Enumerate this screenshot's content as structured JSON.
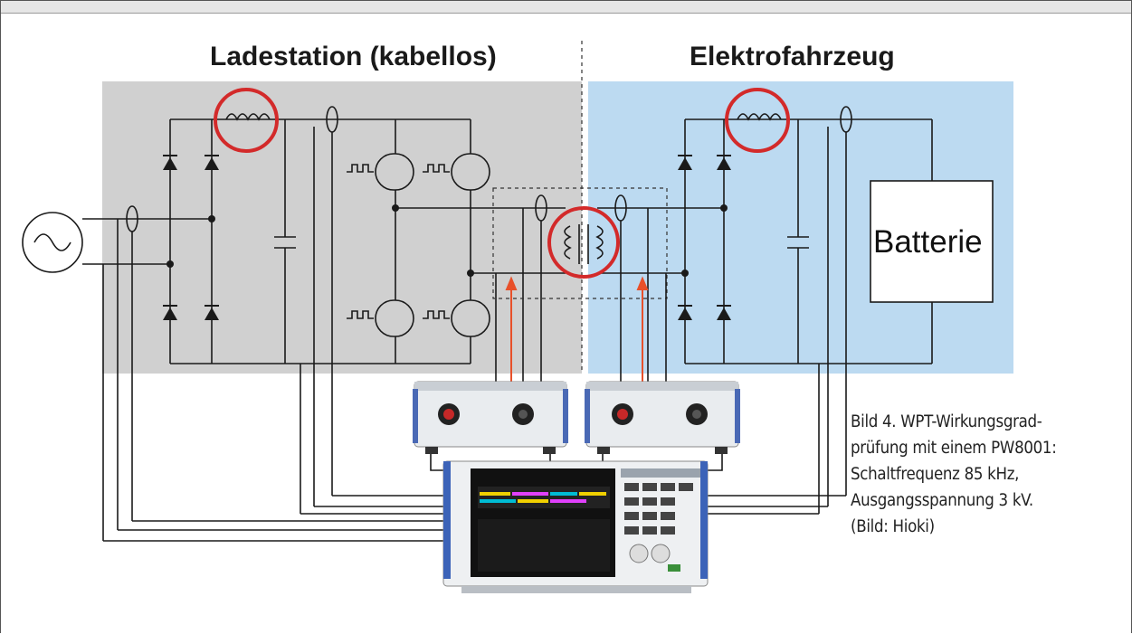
{
  "diagram": {
    "left_title": "Ladestation (kabellos)",
    "right_title": "Elektrofahrzeug",
    "battery_label": "Batterie",
    "caption_lines": [
      "Bild 4. WPT-Wirkungsgrad-",
      "prüfung mit einem PW8001:",
      "Schaltfrequenz 85 kHz,",
      "Ausgangsspannung 3 kV.",
      "(Bild: Hioki)"
    ],
    "colors": {
      "station_zone": "#d0d0d0",
      "vehicle_zone": "#bcdaf1",
      "highlight_circle": "#d32a2a",
      "probe_arrow": "#e8502a",
      "wire": "#1a1a1a"
    }
  }
}
